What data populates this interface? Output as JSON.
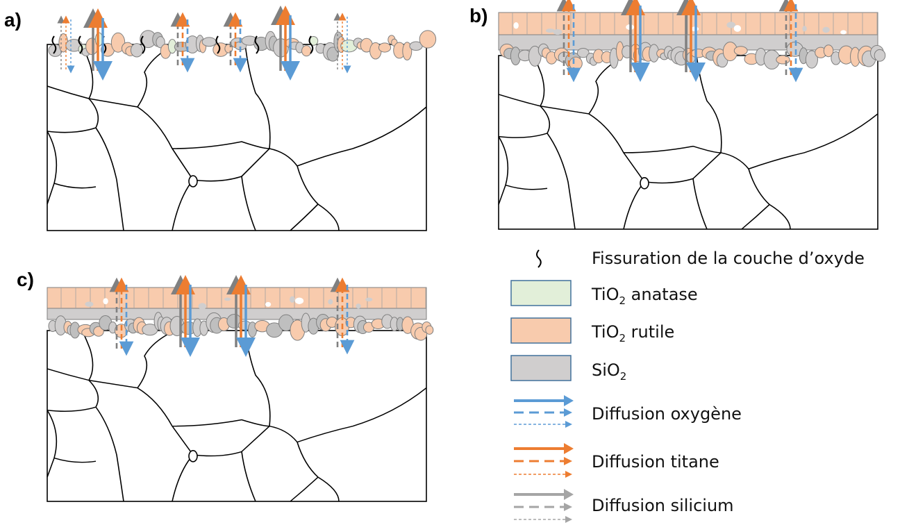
{
  "panels": [
    {
      "label": "a)"
    },
    {
      "label": "b)"
    },
    {
      "label": "c)"
    }
  ],
  "legend": {
    "items": [
      {
        "key": "crack",
        "text": "Fissuration de la couche d’oxyde",
        "icon": "crack-icon"
      },
      {
        "key": "anatase",
        "text": "TiO",
        "sub": "2",
        "tail": " anatase",
        "color": "#e2efd9"
      },
      {
        "key": "rutile",
        "text": "TiO",
        "sub": "2",
        "tail": " rutile",
        "color": "#f8cbad"
      },
      {
        "key": "sio2",
        "text": "SiO",
        "sub": "2",
        "tail": "",
        "color": "#d0cece"
      },
      {
        "key": "oxygen",
        "text": "Diffusion oxygène",
        "color": "#5b9bd5"
      },
      {
        "key": "titanium",
        "text": "Diffusion titane",
        "color": "#ed7d31"
      },
      {
        "key": "silicon",
        "text": "Diffusion silicium",
        "color": "#a5a5a5"
      }
    ]
  }
}
